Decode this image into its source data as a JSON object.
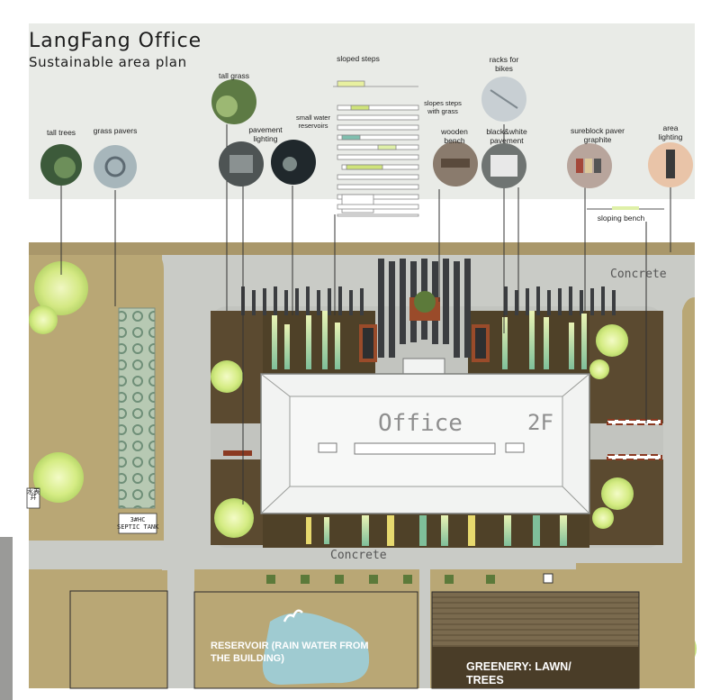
{
  "header": {
    "title": "LangFang Office",
    "subtitle": "Sustainable area plan"
  },
  "legend": {
    "tall_trees": "tall trees",
    "grass_pavers": "grass pavers",
    "tall_grass": "tall grass",
    "pavement_lighting": "pavement\nlighting",
    "small_water_reservoirs": "small water\nreservoirs",
    "sloped_steps": "sloped steps",
    "slopes_steps_with_grass": "slopes steps\nwith grass",
    "racks_for_bikes": "racks for\nbikes",
    "wooden_bench": "wooden\nbench",
    "bw_pavement": "black&white\npavement",
    "sureblock_paver": "sureblock paver\ngraphite",
    "area_lighting": "area\nlighting",
    "sloping_bench": "sloping bench"
  },
  "plan": {
    "concrete_top": "Concrete",
    "concrete_bottom": "Concrete",
    "building_name": "Office",
    "building_floor": "2F",
    "septic_tank": "3#HC\nSEPTIC TANK",
    "side_tag": "水表井",
    "reservoir": "RESERVOIR (RAIN WATER FROM\nTHE BUILDING)",
    "greenery": "GREENERY: LAWN/\nTREES"
  },
  "colors": {
    "soil": "#b9a775",
    "road": "#c9cbc6",
    "building": "#f2f3f2",
    "bed": "#5b4a30",
    "water": "#9fcbd1",
    "tree": "#d8ec8a"
  }
}
